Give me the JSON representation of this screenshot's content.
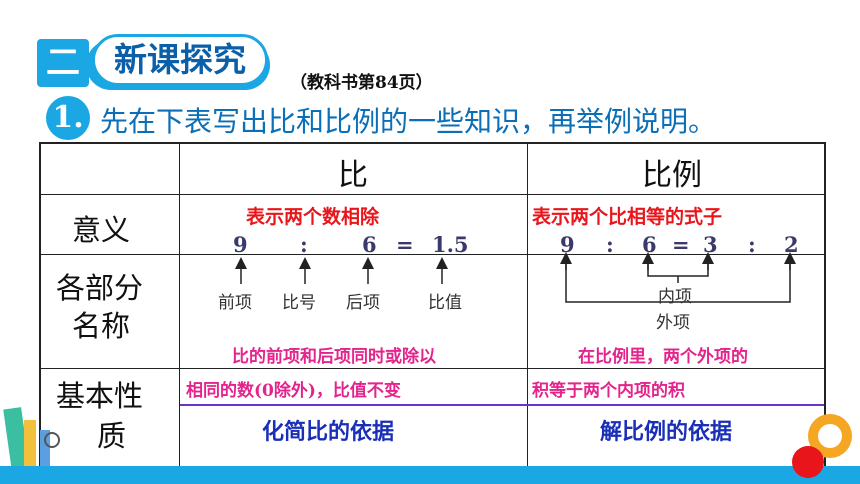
{
  "header": {
    "section_number": "二",
    "section_title": "新课探究",
    "textbook_ref": "（教科书第84页）"
  },
  "question": {
    "number": "1.",
    "text": "先在下表写出比和比例的一些知识，再举例说明。"
  },
  "table": {
    "col_headers": [
      "比",
      "比例"
    ],
    "rows": [
      {
        "label": "意义"
      },
      {
        "label_line1": "各部分",
        "label_line2": "名称"
      },
      {
        "label_line1": "基本性",
        "label_line2": "质"
      }
    ],
    "meaning": {
      "ratio": "表示两个数相除",
      "proportion": "表示两个比相等的式子"
    },
    "ratio_example": [
      "9",
      ":",
      "6",
      "=",
      "1.5"
    ],
    "proportion_example": [
      "9",
      ":",
      "6",
      "=",
      "3",
      ":",
      "2"
    ],
    "ratio_parts": [
      "前项",
      "比号",
      "后项",
      "比值"
    ],
    "proportion_parts": {
      "inner": "内项",
      "outer": "外项"
    },
    "property": {
      "ratio_line1": "比的前项和后项同时或除以",
      "ratio_line2": "相同的数(0除外)，比值不变",
      "proportion_line1": "在比例里，两个外项的",
      "proportion_line2": "积等于两个内项的积",
      "ratio_basis": "化简比的依据",
      "proportion_basis": "解比例的依据"
    }
  },
  "colors": {
    "accent_blue": "#1aa7e4",
    "meaning_red": "#e8151b",
    "property_pink": "#e4248c",
    "basis_blue": "#1a2fb8"
  }
}
